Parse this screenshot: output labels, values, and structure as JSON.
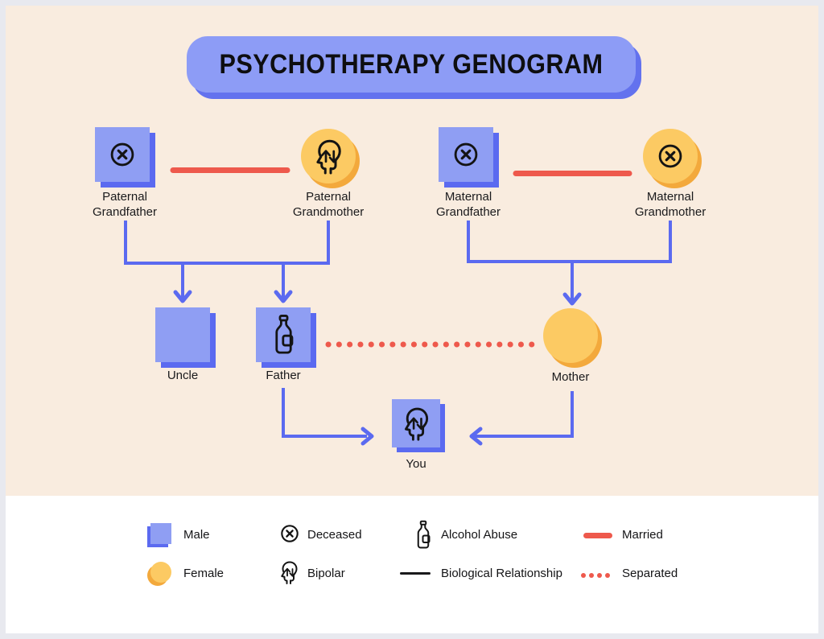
{
  "title": "PSYCHOTHERAPY GENOGRAM",
  "nodes": [
    {
      "label": "Paternal Grandfather",
      "shape": "square",
      "sex": "male",
      "condition": "deceased"
    },
    {
      "label": "Paternal Grandmother",
      "shape": "circle",
      "sex": "female",
      "condition": "bipolar"
    },
    {
      "label": "Maternal Grandfather",
      "shape": "square",
      "sex": "male",
      "condition": "deceased"
    },
    {
      "label": "Maternal Grandmother",
      "shape": "circle",
      "sex": "female",
      "condition": "deceased"
    },
    {
      "label": "Uncle",
      "shape": "square",
      "sex": "male",
      "condition": "none"
    },
    {
      "label": "Father",
      "shape": "square",
      "sex": "male",
      "condition": "alcohol-abuse"
    },
    {
      "label": "Mother",
      "shape": "circle",
      "sex": "female",
      "condition": "none"
    },
    {
      "label": "You",
      "shape": "square",
      "sex": "male",
      "condition": "bipolar"
    }
  ],
  "relationships": [
    {
      "type": "married",
      "between": [
        "Paternal Grandfather",
        "Paternal Grandmother"
      ]
    },
    {
      "type": "married",
      "between": [
        "Maternal Grandfather",
        "Maternal Grandmother"
      ]
    },
    {
      "type": "separated",
      "between": [
        "Father",
        "Mother"
      ]
    },
    {
      "type": "biological",
      "parents": [
        "Paternal Grandfather",
        "Paternal Grandmother"
      ],
      "children": [
        "Uncle",
        "Father"
      ]
    },
    {
      "type": "biological",
      "parents": [
        "Maternal Grandfather",
        "Maternal Grandmother"
      ],
      "children": [
        "Mother"
      ]
    },
    {
      "type": "biological",
      "parents": [
        "Father",
        "Mother"
      ],
      "children": [
        "You"
      ]
    }
  ],
  "legend": {
    "items": [
      {
        "icon": "male-icon",
        "label": "Male"
      },
      {
        "icon": "deceased-icon",
        "label": "Deceased"
      },
      {
        "icon": "alcohol-abuse-icon",
        "label": "Alcohol Abuse"
      },
      {
        "icon": "married-icon",
        "label": "Married"
      },
      {
        "icon": "female-icon",
        "label": "Female"
      },
      {
        "icon": "bipolar-icon",
        "label": "Bipolar"
      },
      {
        "icon": "biological-relationship-icon",
        "label": "Biological Relationship"
      },
      {
        "icon": "separated-icon",
        "label": "Separated"
      }
    ]
  },
  "colors": {
    "male_fill": "#8f9ef3",
    "male_shadow": "#5b6af0",
    "female_fill": "#fcca63",
    "female_shadow": "#f3a93c",
    "relationship_line": "#5b6af0",
    "married_red": "#ee594c",
    "banner_fill": "#8d9cf6",
    "banner_shadow": "#6372ee",
    "diagram_background": "#f9ecdf",
    "legend_background": "#ffffff",
    "page_border": "#e8e9ef",
    "text": "#1a1a1c"
  }
}
